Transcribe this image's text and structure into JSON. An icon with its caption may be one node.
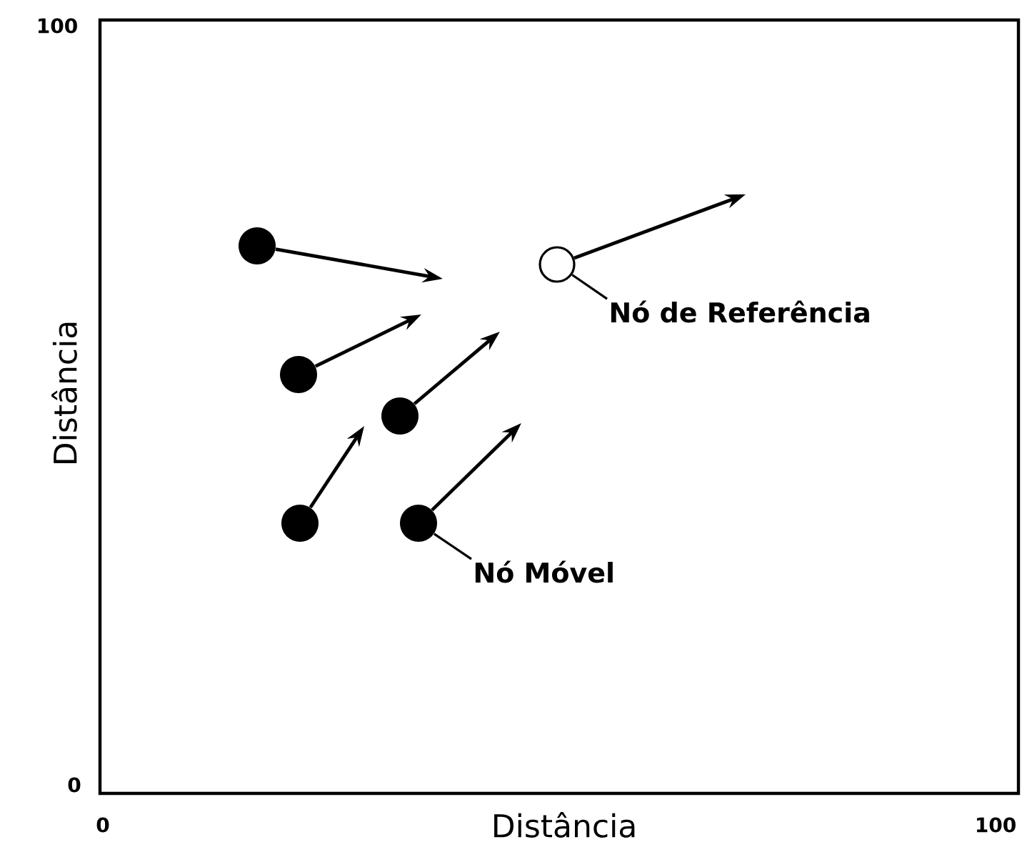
{
  "diagram": {
    "nodes": [
      {
        "text": [],
        "shape": "circle"
      },
      {
        "text": [],
        "shape": "circle"
      },
      {
        "text": [
          "Nó de Referência"
        ]
      },
      {
        "text": [],
        "shape": "circle"
      },
      {
        "text": [],
        "shape": "circle"
      },
      {
        "text": [],
        "shape": "circle"
      },
      {
        "text": [],
        "shape": "circle"
      },
      {
        "text": [
          "Nó Móvel"
        ]
      }
    ],
    "edges": [
      {
        "from": 0,
        "to": null,
        "arrow": "to"
      },
      {
        "from": 1,
        "to": null,
        "arrow": "to"
      },
      {
        "from": 2,
        "to": 1,
        "arrow": "none"
      },
      {
        "from": 3,
        "to": null,
        "arrow": "to"
      },
      {
        "from": 4,
        "to": null,
        "arrow": "to"
      },
      {
        "from": 5,
        "to": null,
        "arrow": "to"
      },
      {
        "from": 6,
        "to": null,
        "arrow": "to"
      },
      {
        "from": 7,
        "to": 6,
        "arrow": "none"
      }
    ],
    "labels": [
      "100",
      "Distância",
      "0",
      "0",
      "Distância",
      "100"
    ]
  }
}
